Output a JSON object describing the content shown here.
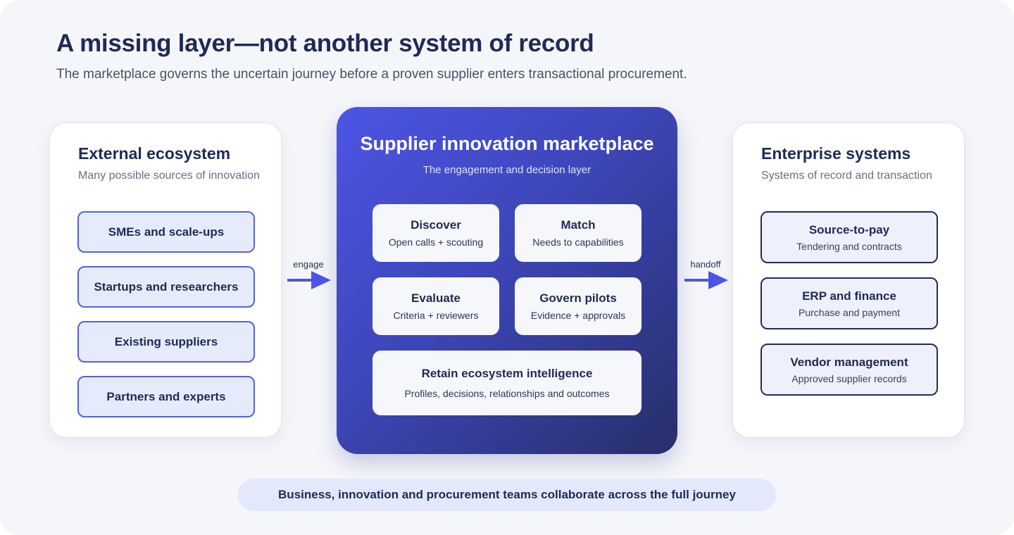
{
  "header": {
    "title": "A missing layer—not another system of record",
    "subtitle": "The marketplace governs the uncertain journey before a proven supplier enters transactional procurement."
  },
  "external": {
    "title": "External ecosystem",
    "subtitle": "Many possible sources of innovation",
    "items": [
      {
        "label": "SMEs and scale-ups"
      },
      {
        "label": "Startups and researchers"
      },
      {
        "label": "Existing suppliers"
      },
      {
        "label": "Partners and experts"
      }
    ]
  },
  "marketplace": {
    "title": "Supplier innovation marketplace",
    "subtitle": "The engagement and decision layer",
    "cards": [
      {
        "name": "Discover",
        "desc": "Open calls + scouting"
      },
      {
        "name": "Match",
        "desc": "Needs to capabilities"
      },
      {
        "name": "Evaluate",
        "desc": "Criteria + reviewers"
      },
      {
        "name": "Govern pilots",
        "desc": "Evidence + approvals"
      },
      {
        "name": "Retain ecosystem intelligence",
        "desc": "Profiles, decisions, relationships and outcomes"
      }
    ]
  },
  "enterprise": {
    "title": "Enterprise systems",
    "subtitle": "Systems of record and transaction",
    "items": [
      {
        "name": "Source-to-pay",
        "desc": "Tendering and contracts"
      },
      {
        "name": "ERP and finance",
        "desc": "Purchase and payment"
      },
      {
        "name": "Vendor management",
        "desc": "Approved supplier records"
      }
    ]
  },
  "arrows": {
    "engage_label": "engage",
    "handoff_label": "handoff"
  },
  "footer": {
    "text": "Business, innovation and procurement teams collaborate across the full journey"
  },
  "colors": {
    "accent": "#4d55e6",
    "navy": "#1f2a55",
    "source_fill": "#e6ebfc",
    "source_border": "#5560e0",
    "system_border": "#232c58",
    "footer_fill": "#e3e8fc"
  }
}
